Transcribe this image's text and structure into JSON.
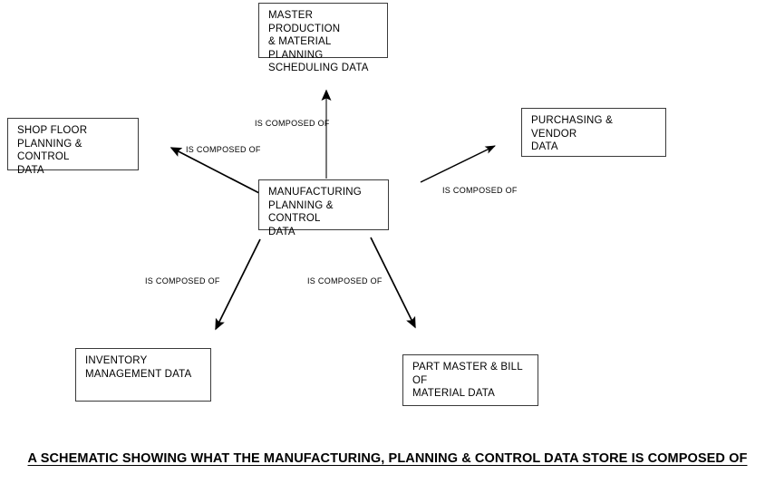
{
  "diagram": {
    "title": "A SCHEMATIC SHOWING WHAT THE MANUFACTURING, PLANNING & CONTROL DATA STORE IS COMPOSED OF",
    "type": "entity-decomposition",
    "line_color": "#000000",
    "box_border_color": "#3a3a3a",
    "background_color": "#ffffff",
    "nodes": [
      {
        "id": "master",
        "label": "MASTER PRODUCTION\n& MATERIAL\nPLANNING\nSCHEDULING DATA"
      },
      {
        "id": "shopfloor",
        "label": "SHOP FLOOR\nPLANNING & CONTROL\nDATA"
      },
      {
        "id": "purchasing",
        "label": "PURCHASING & VENDOR\nDATA"
      },
      {
        "id": "center",
        "label": "MANUFACTURING\nPLANNING & CONTROL\nDATA"
      },
      {
        "id": "inventory",
        "label": "INVENTORY\nMANAGEMENT DATA"
      },
      {
        "id": "partmaster",
        "label": "PART MASTER & BILL OF\nMATERIAL DATA"
      }
    ],
    "edges": [
      {
        "id": "e-up",
        "from": "center",
        "to": "master",
        "label": "IS COMPOSED OF"
      },
      {
        "id": "e-upleft",
        "from": "center",
        "to": "shopfloor",
        "label": "IS COMPOSED OF"
      },
      {
        "id": "e-upright",
        "from": "center",
        "to": "purchasing",
        "label": "IS COMPOSED OF"
      },
      {
        "id": "e-downleft",
        "from": "center",
        "to": "inventory",
        "label": "IS COMPOSED OF"
      },
      {
        "id": "e-downright",
        "from": "center",
        "to": "partmaster",
        "label": "IS COMPOSED OF"
      }
    ]
  }
}
